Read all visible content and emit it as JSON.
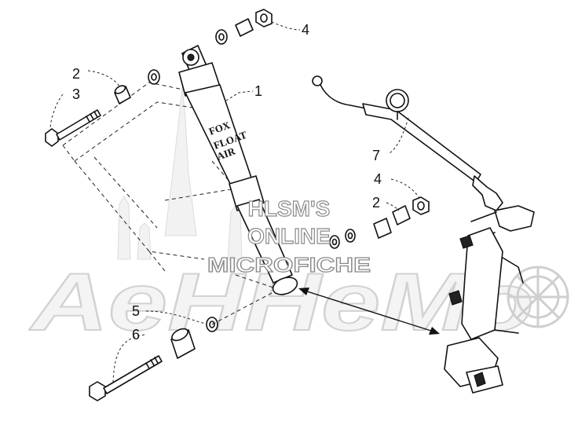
{
  "watermark": {
    "lines": [
      "HLSM'S",
      "ONLINE",
      "MICROFICHE"
    ],
    "brand": "AeHHeMo"
  },
  "shock_label": [
    "FOX",
    "FLOAT",
    "AIR"
  ],
  "callouts": [
    {
      "id": "c1",
      "text": "1"
    },
    {
      "id": "c2a",
      "text": "2"
    },
    {
      "id": "c3",
      "text": "3"
    },
    {
      "id": "c4a",
      "text": "4"
    },
    {
      "id": "c7",
      "text": "7"
    },
    {
      "id": "c4b",
      "text": "4"
    },
    {
      "id": "c2b",
      "text": "2"
    },
    {
      "id": "c5",
      "text": "5"
    },
    {
      "id": "c6",
      "text": "6"
    }
  ]
}
